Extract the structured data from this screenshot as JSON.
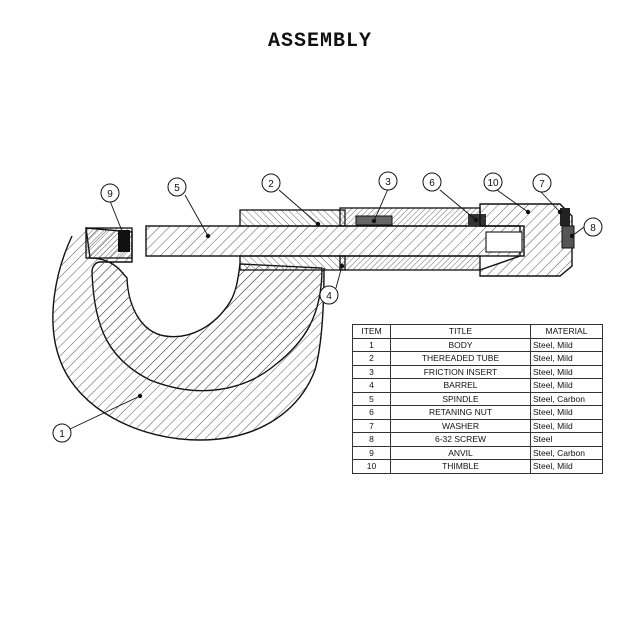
{
  "title": "ASSEMBLY",
  "balloons": [
    {
      "id": "1"
    },
    {
      "id": "2"
    },
    {
      "id": "3"
    },
    {
      "id": "4"
    },
    {
      "id": "5"
    },
    {
      "id": "6"
    },
    {
      "id": "7"
    },
    {
      "id": "8"
    },
    {
      "id": "9"
    },
    {
      "id": "10"
    }
  ],
  "table": {
    "headers": [
      "ITEM",
      "TITLE",
      "MATERIAL"
    ],
    "rows": [
      {
        "item": "1",
        "title": "BODY",
        "material": "Steel, Mild"
      },
      {
        "item": "2",
        "title": "THEREADED TUBE",
        "material": "Steel, Mild"
      },
      {
        "item": "3",
        "title": "FRICTION INSERT",
        "material": "Steel, Mild"
      },
      {
        "item": "4",
        "title": "BARREL",
        "material": "Steel, Mild"
      },
      {
        "item": "5",
        "title": "SPINDLE",
        "material": "Steel, Carbon"
      },
      {
        "item": "6",
        "title": "RETANING NUT",
        "material": "Steel, Mild"
      },
      {
        "item": "7",
        "title": "WASHER",
        "material": "Steel, Mild"
      },
      {
        "item": "8",
        "title": "6-32 SCREW",
        "material": "Steel"
      },
      {
        "item": "9",
        "title": "ANVIL",
        "material": "Steel, Carbon"
      },
      {
        "item": "10",
        "title": "THIMBLE",
        "material": "Steel, Mild"
      }
    ]
  }
}
